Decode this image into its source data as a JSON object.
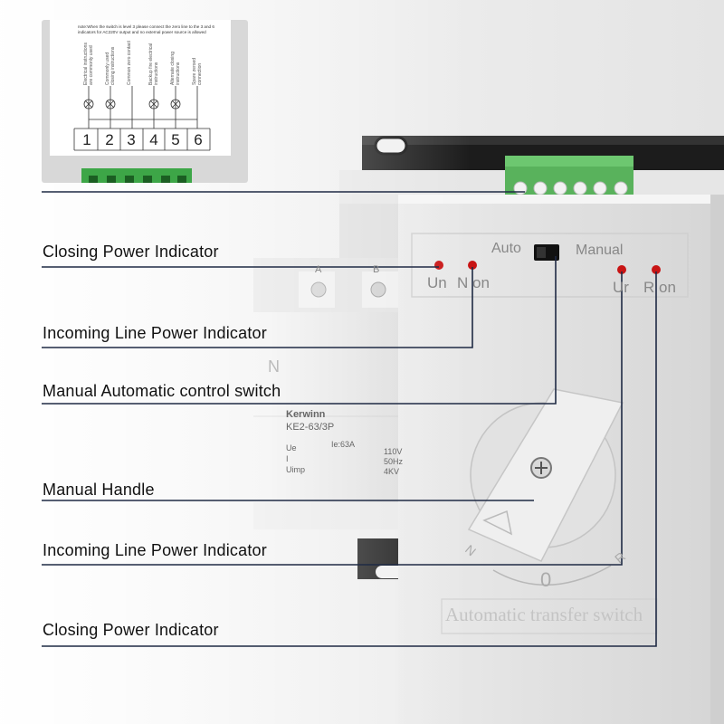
{
  "callouts": [
    "Closing Power Indicator",
    "Incoming Line Power Indicator",
    "Manual Automatic control switch",
    "Manual Handle",
    "Incoming Line Power Indicator",
    "Closing Power Indicator"
  ],
  "inset": {
    "note": "note:When the switch is level 3 please connect the zero line to the 3 and 6 indicators for AC220V output and no external power source is allowed",
    "channels": [
      "1",
      "2",
      "3",
      "4",
      "5",
      "6"
    ],
    "channel_descriptions": [
      "Electrical instructions are commonly used",
      "Commonly used closing instructions",
      "Common zero contact",
      "Backup fire electrical instructions",
      "Alternate closing instructions",
      "Spare zeroed connection"
    ]
  },
  "device": {
    "mode_auto": "Auto",
    "mode_manual": "Manual",
    "indicators": [
      "Un",
      "N on",
      "Ur",
      "R on"
    ],
    "brand": "Kerwinn",
    "model": "KE2-63/3P",
    "specs": [
      {
        "label": "Ue",
        "value": "110V"
      },
      {
        "label": "I",
        "value": "50Hz"
      },
      {
        "label": "Uimp",
        "value": "4KV"
      }
    ],
    "rating": "Ie:63A",
    "terminal_a": "A",
    "terminal_b": "B",
    "handle_n": "N",
    "handle_0": "0",
    "handle_r": "R",
    "side_n": "N",
    "nameplate": "Automatic transfer switch"
  }
}
